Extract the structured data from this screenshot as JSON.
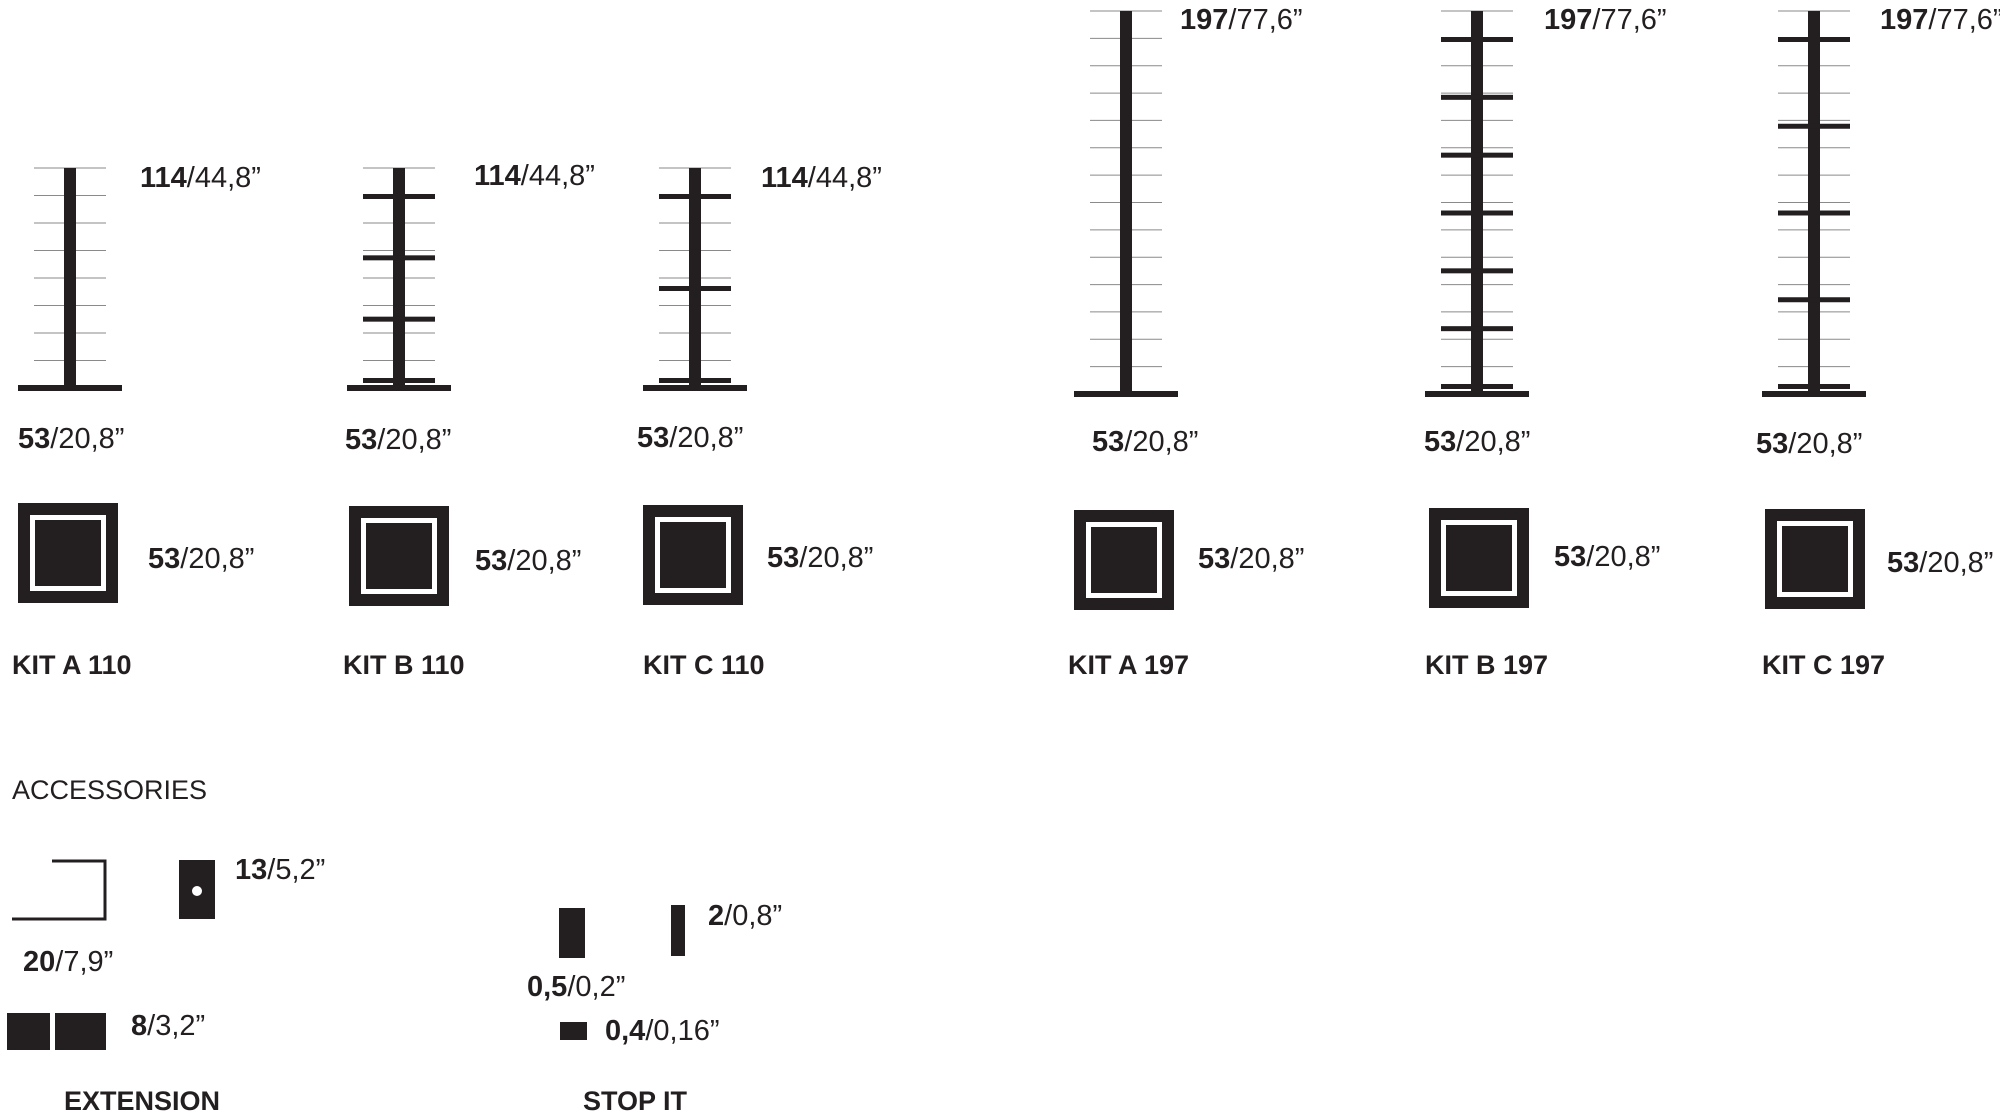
{
  "kits": [
    {
      "name": "KIT A 110",
      "height": {
        "bold": "114",
        "rest": "/44,8”"
      },
      "base_width": {
        "bold": "53",
        "rest": "/20,8”"
      },
      "plan_size": {
        "bold": "53",
        "rest": "/20,8”"
      },
      "shelves": 0
    },
    {
      "name": "KIT B 110",
      "height": {
        "bold": "114",
        "rest": "/44,8”"
      },
      "base_width": {
        "bold": "53",
        "rest": "/20,8”"
      },
      "plan_size": {
        "bold": "53",
        "rest": "/20,8”"
      },
      "shelves": 4
    },
    {
      "name": "KIT C 110",
      "height": {
        "bold": "114",
        "rest": "/44,8”"
      },
      "base_width": {
        "bold": "53",
        "rest": "/20,8”"
      },
      "plan_size": {
        "bold": "53",
        "rest": "/20,8”"
      },
      "shelves": 3
    },
    {
      "name": "KIT A 197",
      "height": {
        "bold": "197",
        "rest": "/77,6”"
      },
      "base_width": {
        "bold": "53",
        "rest": "/20,8”"
      },
      "plan_size": {
        "bold": "53",
        "rest": "/20,8”"
      },
      "shelves": 0
    },
    {
      "name": "KIT B 197",
      "height": {
        "bold": "197",
        "rest": "/77,6”"
      },
      "base_width": {
        "bold": "53",
        "rest": "/20,8”"
      },
      "plan_size": {
        "bold": "53",
        "rest": "/20,8”"
      },
      "shelves": 7
    },
    {
      "name": "KIT C 197",
      "height": {
        "bold": "197",
        "rest": "/77,6”"
      },
      "base_width": {
        "bold": "53",
        "rest": "/20,8”"
      },
      "plan_size": {
        "bold": "53",
        "rest": "/20,8”"
      },
      "shelves": 5
    }
  ],
  "accessories": {
    "title": "ACCESSORIES",
    "extension": {
      "name": "EXTENSION",
      "length": {
        "bold": "20",
        "rest": "/7,9”"
      },
      "section": {
        "bold": "13",
        "rest": "/5,2”"
      },
      "height": {
        "bold": "8",
        "rest": "/3,2”"
      }
    },
    "stop_it": {
      "name": "STOP IT",
      "width": {
        "bold": "0,5",
        "rest": "/0,2”"
      },
      "height": {
        "bold": "2",
        "rest": "/0,8”"
      },
      "depth": {
        "bold": "0,4",
        "rest": "/0,16”"
      }
    }
  },
  "colors": {
    "ink": "#231f20",
    "rule": "#8a8a8a"
  }
}
